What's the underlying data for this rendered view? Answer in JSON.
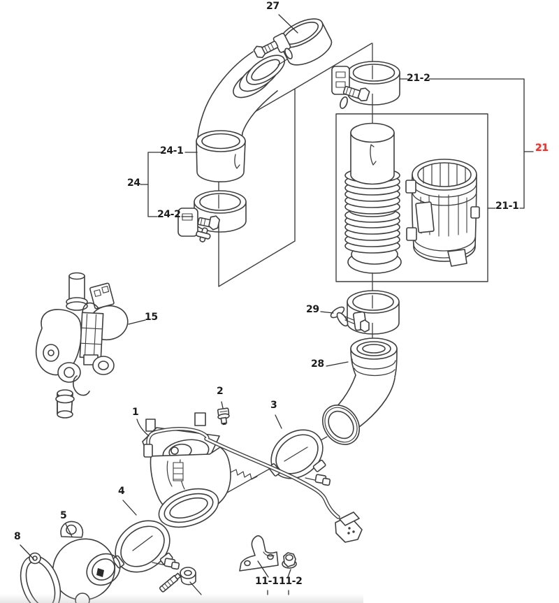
{
  "page": {
    "kind": "exploded-parts-diagram",
    "background": "#ffffff",
    "line_color": "#3e3e3e",
    "callout_color": "#1c1c1c",
    "highlight_color": "#c8403c"
  },
  "diagram": {
    "labels": [
      {
        "text": "27",
        "highlighted": false
      },
      {
        "text": "21-2",
        "highlighted": false
      },
      {
        "text": "21",
        "highlighted": true
      },
      {
        "text": "21-1",
        "highlighted": false
      },
      {
        "text": "24-1",
        "highlighted": false
      },
      {
        "text": "24",
        "highlighted": false
      },
      {
        "text": "24-2",
        "highlighted": false
      },
      {
        "text": "15",
        "highlighted": false
      },
      {
        "text": "29",
        "highlighted": false
      },
      {
        "text": "28",
        "highlighted": false
      },
      {
        "text": "1",
        "highlighted": false
      },
      {
        "text": "2",
        "highlighted": false
      },
      {
        "text": "3",
        "highlighted": false
      },
      {
        "text": "4",
        "highlighted": false
      },
      {
        "text": "5",
        "highlighted": false
      },
      {
        "text": "8",
        "highlighted": false
      },
      {
        "text": "11-1",
        "highlighted": false
      },
      {
        "text": "11-2",
        "highlighted": false
      }
    ]
  }
}
